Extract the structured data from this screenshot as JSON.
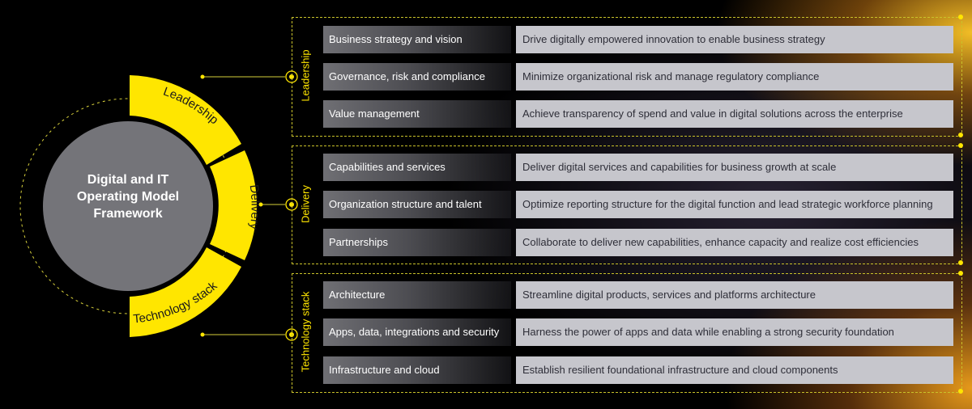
{
  "framework": {
    "center_title": "Digital and IT Operating Model Framework",
    "segments": [
      "Leadership",
      "Delivery",
      "Technology stack"
    ]
  },
  "groups": [
    {
      "label": "Leadership",
      "rows": [
        {
          "name": "Business strategy and vision",
          "desc": "Drive digitally empowered innovation to enable business strategy"
        },
        {
          "name": "Governance, risk and compliance",
          "desc": "Minimize organizational risk and manage regulatory compliance"
        },
        {
          "name": "Value management",
          "desc": "Achieve transparency of spend and value in digital solutions across the enterprise"
        }
      ]
    },
    {
      "label": "Delivery",
      "rows": [
        {
          "name": "Capabilities and services",
          "desc": "Deliver digital services and capabilities for business growth at scale"
        },
        {
          "name": "Organization structure and talent",
          "desc": "Optimize reporting structure for the digital function and lead strategic workforce planning"
        },
        {
          "name": "Partnerships",
          "desc": "Collaborate to deliver new capabilities, enhance capacity and realize cost efficiencies"
        }
      ]
    },
    {
      "label": "Technology stack",
      "rows": [
        {
          "name": "Architecture",
          "desc": "Streamline digital products, services and platforms architecture"
        },
        {
          "name": "Apps, data, integrations and security",
          "desc": "Harness the power of apps and data while enabling a strong security foundation"
        },
        {
          "name": "Infrastructure and cloud",
          "desc": "Establish resilient foundational infrastructure and cloud components"
        }
      ]
    }
  ],
  "colors": {
    "accent": "#ffe600",
    "circle": "#747479",
    "card": "#c6c6cc"
  }
}
